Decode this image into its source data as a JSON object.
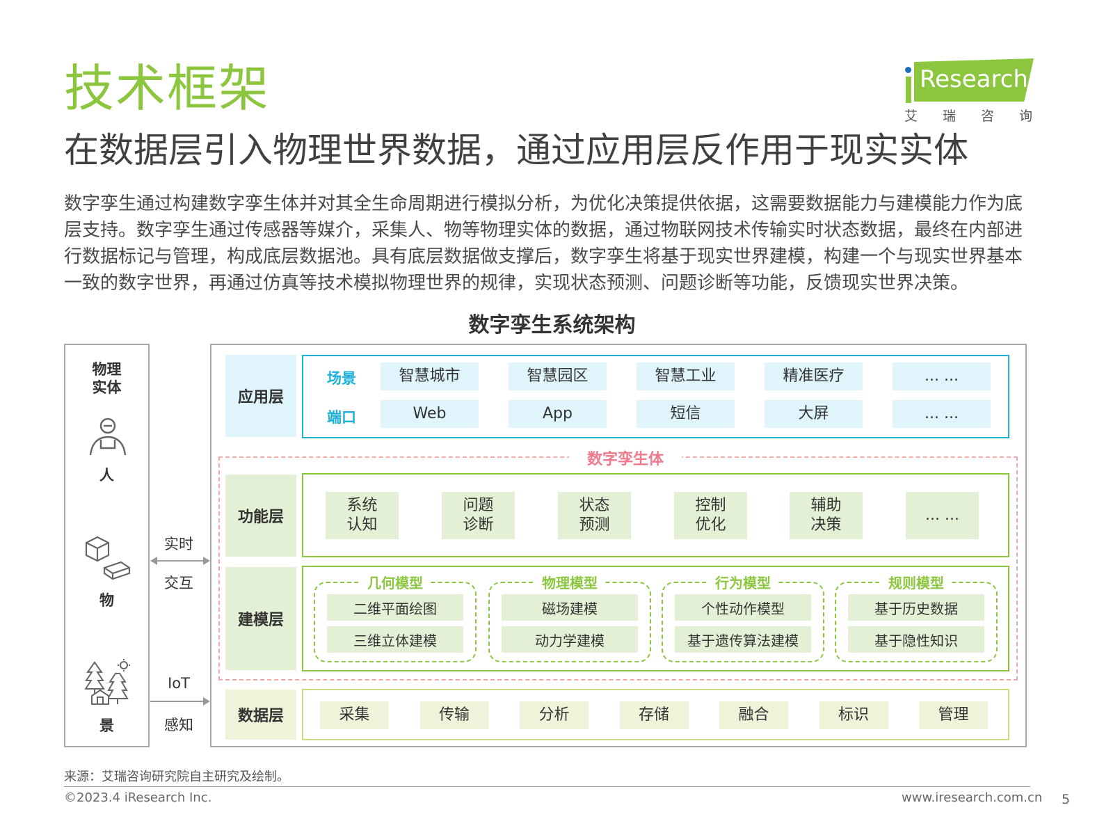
{
  "header": {
    "title": "技术框架",
    "subtitle": "在数据层引入物理世界数据，通过应用层反作用于现实实体",
    "intro": "数字孪生通过构建数字孪生体并对其全生命周期进行模拟分析，为优化决策提供依据，这需要数据能力与建模能力作为底层支持。数字孪生通过传感器等媒介，采集人、物等物理实体的数据，通过物联网技术传输实时状态数据，最终在内部进行数据标记与管理，构成底层数据池。具有底层数据做支撑后，数字孪生将基于现实世界建模，构建一个与现实世界基本一致的数字世界，再通过仿真等技术模拟物理世界的规律，实现状态预测、问题诊断等功能，反馈现实世界决策。"
  },
  "logo": {
    "name": "iResearch",
    "cn": "艾瑞咨询"
  },
  "diagram": {
    "title": "数字孪生系统架构",
    "entity_panel": {
      "title_line1": "物理",
      "title_line2": "实体",
      "person": "人",
      "object": "物",
      "scene": "景"
    },
    "arrow_top": {
      "line1": "实时",
      "line2": "交互"
    },
    "arrow_bottom": {
      "line1": "IoT",
      "line2": "感知"
    },
    "twin_label": "数字孪生体",
    "application": {
      "label": "应用层",
      "scene_tag": "场景",
      "port_tag": "端口",
      "scenes": [
        "智慧城市",
        "智慧园区",
        "智慧工业",
        "精准医疗",
        "... ..."
      ],
      "ports": [
        "Web",
        "App",
        "短信",
        "大屏",
        "... ..."
      ]
    },
    "function": {
      "label": "功能层",
      "items": [
        {
          "l1": "系统",
          "l2": "认知"
        },
        {
          "l1": "问题",
          "l2": "诊断"
        },
        {
          "l1": "状态",
          "l2": "预测"
        },
        {
          "l1": "控制",
          "l2": "优化"
        },
        {
          "l1": "辅助",
          "l2": "决策"
        },
        {
          "l1": "... ...",
          "l2": ""
        }
      ]
    },
    "modeling": {
      "label": "建模层",
      "groups": [
        {
          "title": "几何模型",
          "items": [
            "二维平面绘图",
            "三维立体建模"
          ]
        },
        {
          "title": "物理模型",
          "items": [
            "磁场建模",
            "动力学建模"
          ]
        },
        {
          "title": "行为模型",
          "items": [
            "个性动作模型",
            "基于遗传算法建模"
          ]
        },
        {
          "title": "规则模型",
          "items": [
            "基于历史数据",
            "基于隐性知识"
          ]
        }
      ]
    },
    "data": {
      "label": "数据层",
      "items": [
        "采集",
        "传输",
        "分析",
        "存储",
        "融合",
        "标识",
        "管理"
      ]
    }
  },
  "footer": {
    "source": "来源：艾瑞咨询研究院自主研究及绘制。",
    "copyright": "©2023.4 iResearch Inc.",
    "website": "www.iresearch.com.cn",
    "page": "5"
  },
  "colors": {
    "brand_green": "#8cc63f",
    "app_cyan": "#1ab0d8",
    "app_cell": "#dff4fb",
    "twin_pink": "#ef7a8c",
    "function_cell": "#e4f0d5",
    "data_cell": "#eef4da"
  }
}
